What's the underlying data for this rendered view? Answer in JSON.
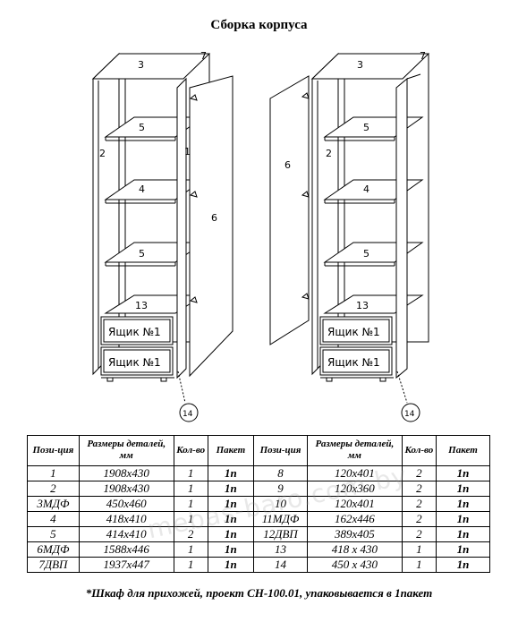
{
  "title": "Сборка корпуса",
  "drawing": {
    "left": {
      "part_numbers": [
        "3",
        "7",
        "2",
        "1",
        "5",
        "4",
        "5",
        "6",
        "13"
      ],
      "drawers": [
        "Ящик №1",
        "Ящик №1"
      ],
      "callout": "14"
    },
    "right": {
      "part_numbers": [
        "3",
        "7",
        "2",
        "6",
        "5",
        "4",
        "5",
        "13"
      ],
      "drawers": [
        "Ящик №1",
        "Ящик №1"
      ],
      "callout": "14"
    }
  },
  "table": {
    "headers": [
      "Пози-ция",
      "Размеры деталей, мм",
      "Кол-во",
      "Пакет",
      "Пози-ция",
      "Размеры деталей, мм",
      "Кол-во",
      "Пакет"
    ],
    "rows": [
      [
        "1",
        "1908x430",
        "1",
        "1п",
        "8",
        "120x401",
        "2",
        "1п"
      ],
      [
        "2",
        "1908x430",
        "1",
        "1п",
        "9",
        "120x360",
        "2",
        "1п"
      ],
      [
        "3МДФ",
        "450x460",
        "1",
        "1п",
        "10",
        "120x401",
        "2",
        "1п"
      ],
      [
        "4",
        "418x410",
        "1",
        "1п",
        "11МДФ",
        "162x446",
        "2",
        "1п"
      ],
      [
        "5",
        "414x410",
        "2",
        "1п",
        "12ДВП",
        "389x405",
        "2",
        "1п"
      ],
      [
        "6МДФ",
        "1588x446",
        "1",
        "1п",
        "13",
        "418 x 430",
        "1",
        "1п"
      ],
      [
        "7ДВП",
        "1937x447",
        "1",
        "1п",
        "14",
        "450 x 430",
        "1",
        "1п"
      ]
    ]
  },
  "footnote": "*Шкаф для прихожей, проект СН-100.01, упаковывается в 1пакет",
  "watermark": "mebas-baro.com.by"
}
